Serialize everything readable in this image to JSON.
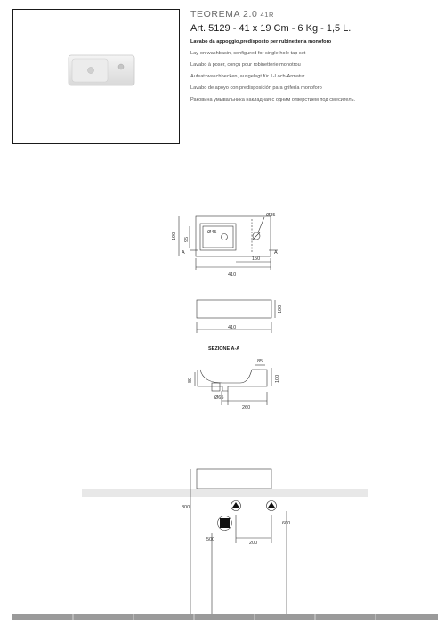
{
  "product": {
    "name": "TEOREMA 2.0",
    "revision": "41R",
    "article": "Art. 5129 - 41 x 19 Cm - 6 Kg - 1,5 L."
  },
  "descriptions": [
    "Lavabo da appoggio,predisposto per rubinetteria monoforo",
    "Lay-on washbasin, configured for single-hole tap set",
    "Lavabo à poser, conçu pour robinetterie monotrou",
    "Aufsatzwaschbecken, ausgelegt für 1-Loch-Armatur",
    "Lavabo de apoyo con predisposición para grifería monoforo",
    "Раковина умывальника накладная с одним отверстием под смеситель."
  ],
  "top_view": {
    "tap_hole": "Ø35",
    "drain": "Ø45",
    "height": "190",
    "inner": "95",
    "offset": "150",
    "width": "410",
    "section_mark": "A"
  },
  "front_view": {
    "height": "100",
    "width": "410"
  },
  "section": {
    "title": "SEZIONE A-A",
    "depth_top": "85",
    "height": "100",
    "inner_height": "80",
    "waste": "Ø65",
    "length": "260"
  },
  "installation": {
    "height_floor": "800",
    "waste_height": "500",
    "spacing": "200",
    "supply_height": "600"
  }
}
